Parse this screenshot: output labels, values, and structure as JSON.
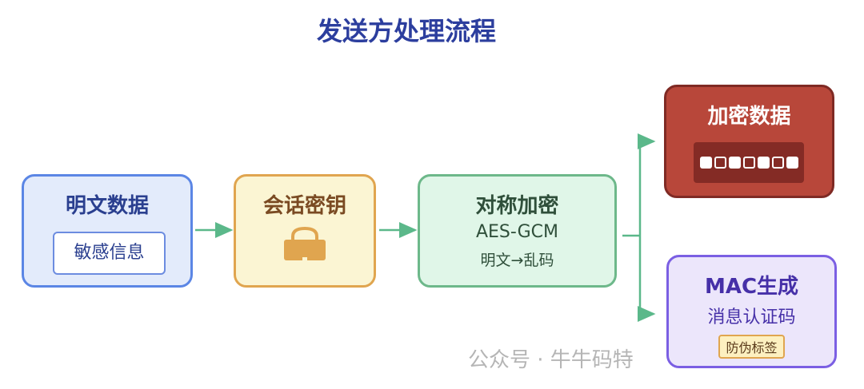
{
  "title": "发送方处理流程",
  "nodes": {
    "plaintext": {
      "title": "明文数据",
      "inner": "敏感信息"
    },
    "session_key": {
      "title": "会话密钥",
      "icon": "lock-icon"
    },
    "symmetric": {
      "title": "对称加密",
      "algorithm": "AES-GCM",
      "note": "明文→乱码"
    },
    "encrypted": {
      "title": "加密数据",
      "cipher_pattern": [
        1,
        0,
        1,
        0,
        1,
        0,
        1
      ]
    },
    "mac": {
      "title": "MAC生成",
      "subtitle": "消息认证码",
      "tag": "防伪标签"
    }
  },
  "colors": {
    "title": "#2c3e9e",
    "arrow": "#5bb88a",
    "plaintext": "#5b86e5",
    "session_key": "#e0a54f",
    "symmetric": "#6db88a",
    "encrypted": "#b8473a",
    "mac": "#7b5fe3"
  },
  "watermark": "公众号 · 牛牛码特"
}
